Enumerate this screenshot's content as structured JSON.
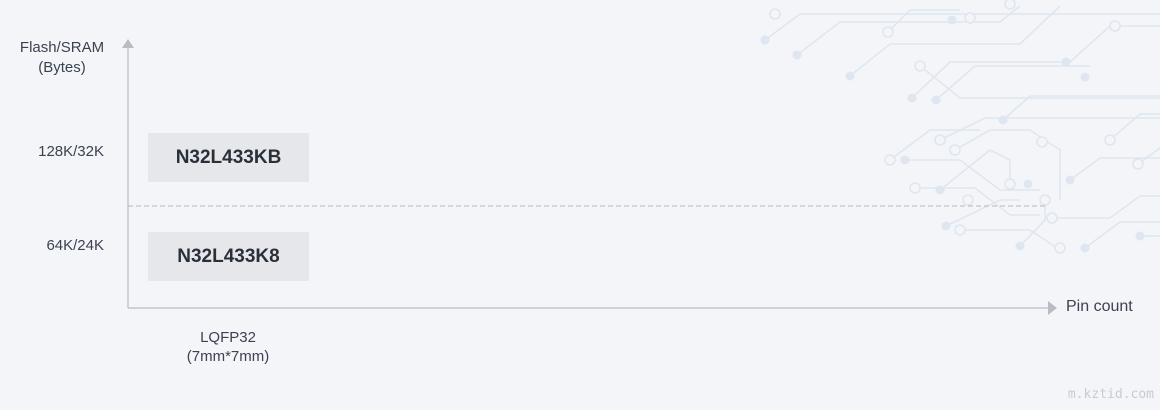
{
  "chart_data": {
    "type": "table",
    "y_axis_label": "Flash/SRAM\n(Bytes)",
    "x_axis_label": "Pin count",
    "y_categories": [
      "128K/32K",
      "64K/24K"
    ],
    "x_categories": [
      {
        "package": "LQFP32",
        "size": "(7mm*7mm)"
      }
    ],
    "cells": [
      {
        "part": "N32L433KB",
        "memory": "128K/32K",
        "package": "LQFP32"
      },
      {
        "part": "N32L433K8",
        "memory": "64K/24K",
        "package": "LQFP32"
      }
    ],
    "separator": "dashed-line-between-rows"
  },
  "colors": {
    "background": "#f4f5f8",
    "axis": "#b8bcc4",
    "chip_fill": "#e6e7ea",
    "circuit_decoration": "#dfe6f0"
  },
  "watermark": "m.kztid.com",
  "decoration": "circuit-trace-pattern"
}
